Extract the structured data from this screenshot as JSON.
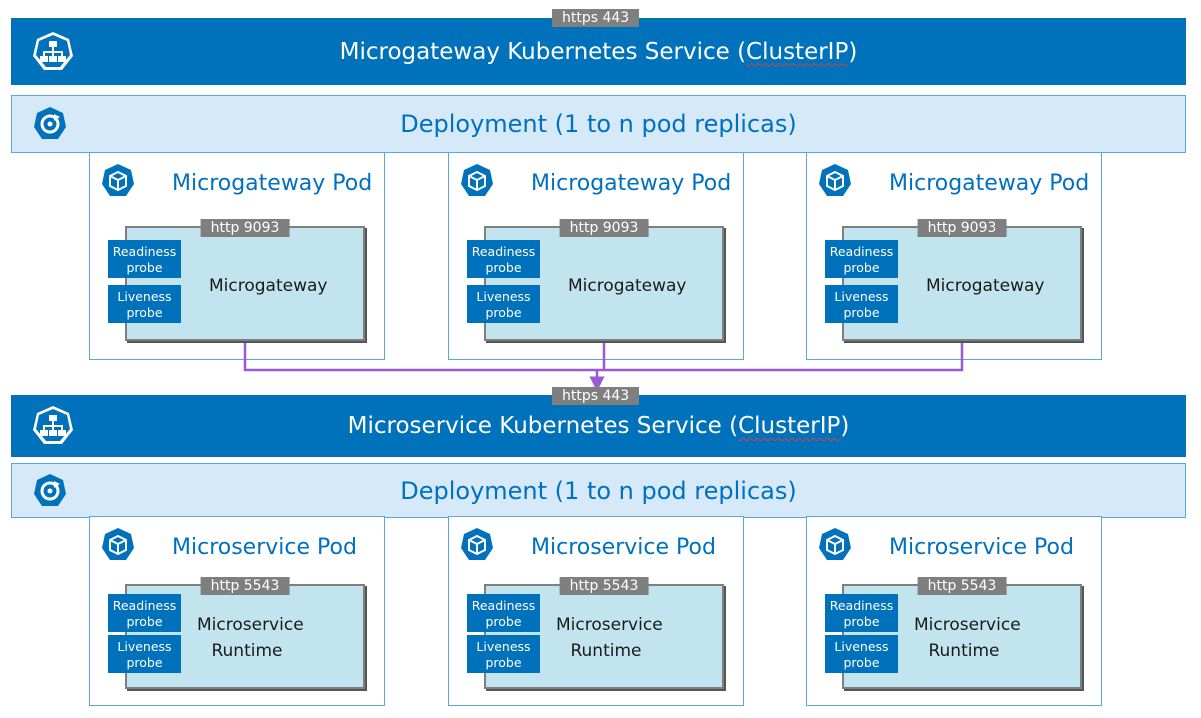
{
  "top_service": {
    "port": "https 443",
    "title": "Microgateway Kubernetes Service (",
    "cluster": "ClusterIP",
    "close": ")"
  },
  "top_deployment": {
    "label": "Deployment (1 to n pod replicas)"
  },
  "gateway_pods": [
    {
      "title": "Microgateway Pod",
      "port": "http 9093",
      "readiness": "Readiness probe",
      "liveness": "Liveness probe",
      "container": "Microgateway"
    },
    {
      "title": "Microgateway Pod",
      "port": "http 9093",
      "readiness": "Readiness probe",
      "liveness": "Liveness probe",
      "container": "Microgateway"
    },
    {
      "title": "Microgateway Pod",
      "port": "http 9093",
      "readiness": "Readiness probe",
      "liveness": "Liveness probe",
      "container": "Microgateway"
    }
  ],
  "bottom_service": {
    "port": "https 443",
    "title": "Microservice Kubernetes Service (",
    "cluster": "ClusterIP",
    "close": ")"
  },
  "bottom_deployment": {
    "label": "Deployment (1 to n pod replicas)"
  },
  "service_pods": [
    {
      "title": "Microservice Pod",
      "port": "http 5543",
      "readiness": "Readiness probe",
      "liveness": "Liveness probe",
      "container_line1": "Microservice",
      "container_line2": "Runtime"
    },
    {
      "title": "Microservice Pod",
      "port": "http 5543",
      "readiness": "Readiness probe",
      "liveness": "Liveness probe",
      "container_line1": "Microservice",
      "container_line2": "Runtime"
    },
    {
      "title": "Microservice Pod",
      "port": "http 5543",
      "readiness": "Readiness probe",
      "liveness": "Liveness probe",
      "container_line1": "Microservice",
      "container_line2": "Runtime"
    }
  ],
  "icons": {
    "service": "kubernetes-service-icon",
    "deployment": "kubernetes-deployment-icon",
    "pod": "kubernetes-pod-icon"
  },
  "colors": {
    "service_bar": "#0072bc",
    "deployment_fill": "#d6e9f8",
    "container_fill": "#c2e4ee",
    "connector": "#9b59d8"
  }
}
